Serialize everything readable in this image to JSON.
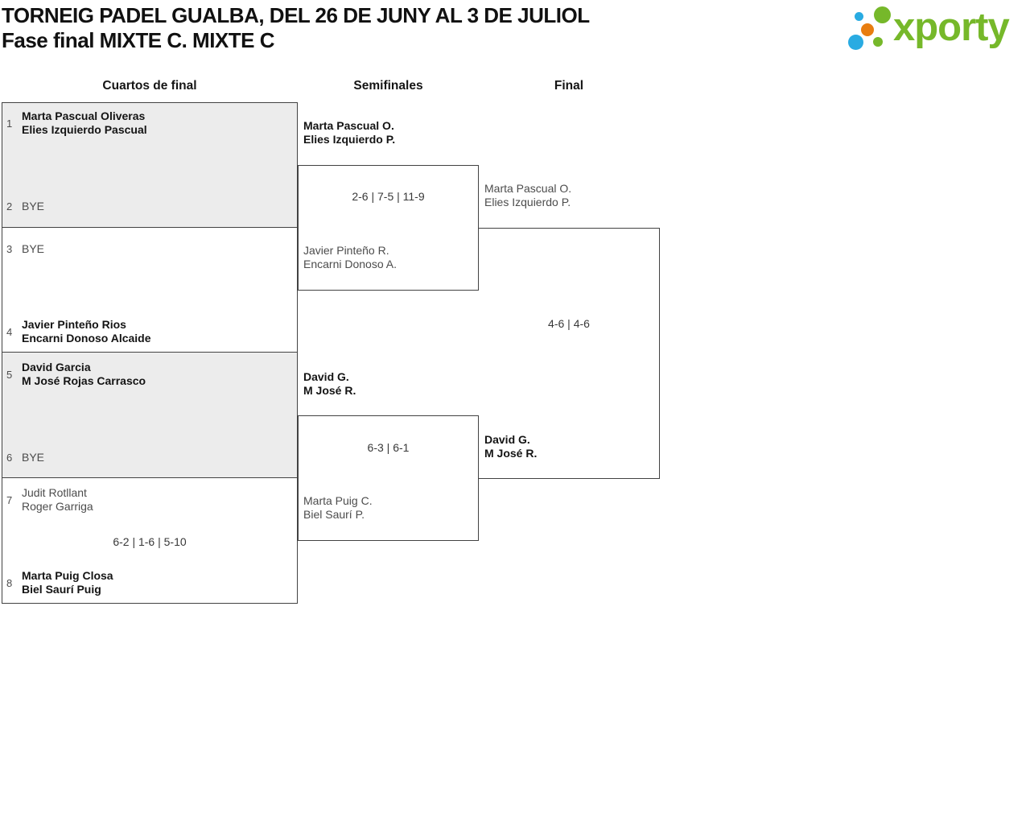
{
  "title": {
    "line1": "TORNEIG PADEL GUALBA, DEL 26 DE JUNY AL 3 DE JULIOL",
    "line2": "Fase final MIXTE C. MIXTE C"
  },
  "logo": {
    "text": "xporty"
  },
  "colors": {
    "logo_green": "#76b82a",
    "logo_blue": "#29abe2",
    "logo_orange": "#e87d10",
    "block_gray": "#ececec",
    "line_dark": "#424242",
    "winner_text": "#141414",
    "regular_text": "#4c4c4c"
  },
  "rounds": {
    "quarterfinals_label": "Cuartos de final",
    "semifinals_label": "Semifinales",
    "final_label": "Final"
  },
  "bracket": {
    "quarterfinals": [
      {
        "team1": {
          "seed": "1",
          "line1": "Marta Pascual Oliveras",
          "line2": "Elies Izquierdo Pascual",
          "winner": true
        },
        "team2": {
          "seed": "2",
          "line1": "BYE",
          "winner": false
        }
      },
      {
        "team1": {
          "seed": "3",
          "line1": "BYE",
          "winner": false
        },
        "team2": {
          "seed": "4",
          "line1": "Javier Pinteño Rios",
          "line2": "Encarni Donoso Alcaide",
          "winner": true
        }
      },
      {
        "team1": {
          "seed": "5",
          "line1": "David Garcia",
          "line2": "M José Rojas Carrasco",
          "winner": true
        },
        "team2": {
          "seed": "6",
          "line1": "BYE",
          "winner": false
        }
      },
      {
        "team1": {
          "seed": "7",
          "line1": "Judit Rotllant",
          "line2": "Roger Garriga",
          "winner": false
        },
        "team2": {
          "seed": "8",
          "line1": "Marta Puig Closa",
          "line2": "Biel Saurí Puig",
          "winner": true
        },
        "score": "6-2 | 1-6 | 5-10"
      }
    ],
    "semifinals": [
      {
        "team1": {
          "line1": "Marta Pascual O.",
          "line2": "Elies Izquierdo P.",
          "winner": true
        },
        "team2": {
          "line1": "Javier Pinteño R.",
          "line2": "Encarni Donoso A.",
          "winner": false
        },
        "score": "2-6 | 7-5 | 11-9"
      },
      {
        "team1": {
          "line1": "David G.",
          "line2": "M José R.",
          "winner": true
        },
        "team2": {
          "line1": "Marta Puig C.",
          "line2": "Biel Saurí P.",
          "winner": false
        },
        "score": "6-3 | 6-1"
      }
    ],
    "final": {
      "team1": {
        "line1": "Marta Pascual O.",
        "line2": "Elies Izquierdo P.",
        "winner": false
      },
      "team2": {
        "line1": "David G.",
        "line2": "M José R.",
        "winner": true
      },
      "score": "4-6 | 4-6"
    }
  }
}
